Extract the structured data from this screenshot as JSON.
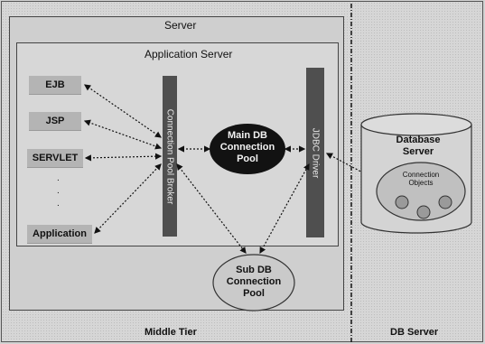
{
  "server_label": "Server",
  "app_server_label": "Application Server",
  "clients": [
    "EJB",
    "JSP",
    "SERVLET",
    ".",
    ".",
    ".",
    "Application"
  ],
  "pool_broker_label": "Connection Pool Broker",
  "jdbc_driver_label": "JDBC Driver",
  "main_pool_label": [
    "Main DB",
    "Connection",
    "Pool"
  ],
  "sub_pool_label": [
    "Sub DB",
    "Connection",
    "Pool"
  ],
  "database_label": [
    "Database",
    "Server"
  ],
  "connection_objects_label": [
    "Connection",
    "Objects"
  ],
  "middle_tier_label": "Middle Tier",
  "db_server_label": "DB Server"
}
